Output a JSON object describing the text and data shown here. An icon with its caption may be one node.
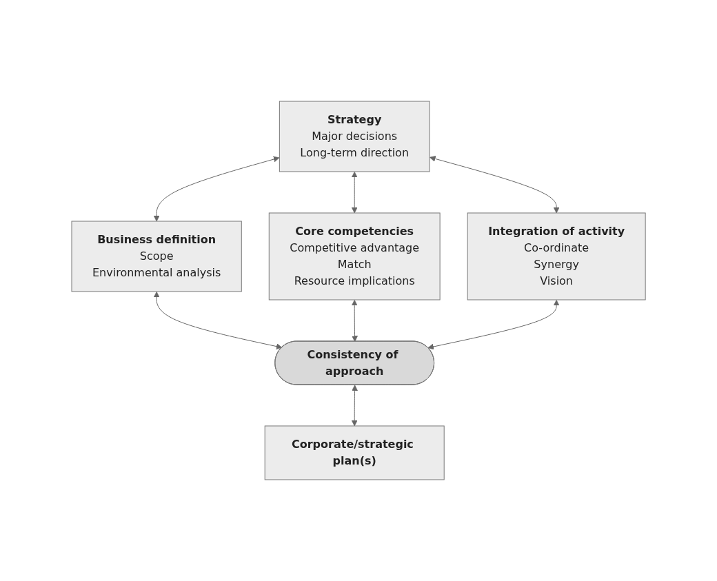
{
  "diagram": {
    "nodes": [
      {
        "text": [
          "Strategy",
          "Major decisions",
          "Long-term direction"
        ]
      },
      {
        "text": [
          "Business definition",
          "Scope",
          "Environmental analysis"
        ]
      },
      {
        "text": [
          "Core competencies",
          "Competitive advantage",
          "Match",
          "Resource implications"
        ]
      },
      {
        "text": [
          "Integration of activity",
          "Co-ordinate",
          "Synergy",
          "Vision"
        ]
      },
      {
        "text": [
          "Consistency of approach"
        ]
      },
      {
        "text": [
          "Corporate/strategic plan(s)"
        ]
      }
    ],
    "edges": [
      {
        "from": 0,
        "to": 1,
        "arrow": "both"
      },
      {
        "from": 0,
        "to": 2,
        "arrow": "both"
      },
      {
        "from": 0,
        "to": 3,
        "arrow": "both"
      },
      {
        "from": 1,
        "to": 4,
        "arrow": "both"
      },
      {
        "from": 2,
        "to": 4,
        "arrow": "both"
      },
      {
        "from": 3,
        "to": 4,
        "arrow": "both"
      },
      {
        "from": 4,
        "to": 5,
        "arrow": "both"
      }
    ]
  }
}
